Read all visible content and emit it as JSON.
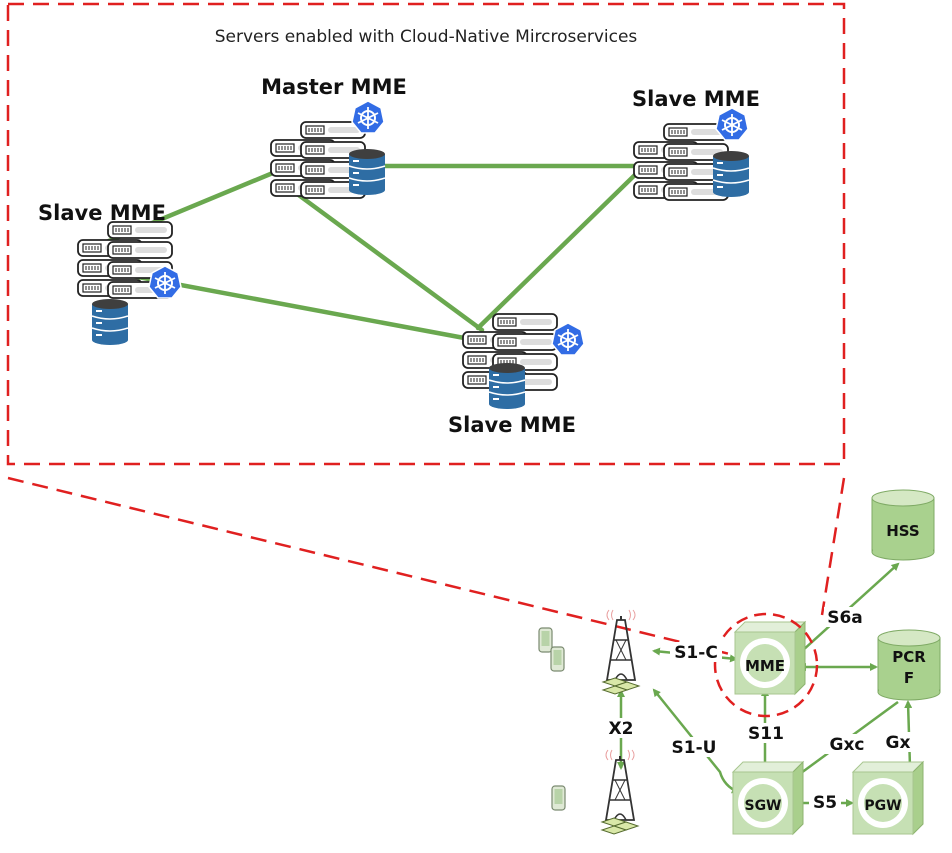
{
  "caption": "Servers enabled with Cloud-Native Mircroservices",
  "mme_nodes": {
    "master": "Master MME",
    "slave_left": "Slave MME",
    "slave_right": "Slave MME",
    "slave_bottom": "Slave MME"
  },
  "network": {
    "mme": "MME",
    "hss": "HSS",
    "pcrf_line1": "PCR",
    "pcrf_line2": "F",
    "sgw": "SGW",
    "pgw": "PGW"
  },
  "interfaces": {
    "s1c": "S1-C",
    "s1u": "S1-U",
    "x2": "X2",
    "s6a": "S6a",
    "s11": "S11",
    "s5": "S5",
    "gxc": "Gxc",
    "gx": "Gx"
  },
  "colors": {
    "frame": "#e02020",
    "link": "#6aa84f",
    "node_fill": "#c6e0b4",
    "db_blue": "#2e6da4",
    "k8s_blue": "#326ce5"
  }
}
